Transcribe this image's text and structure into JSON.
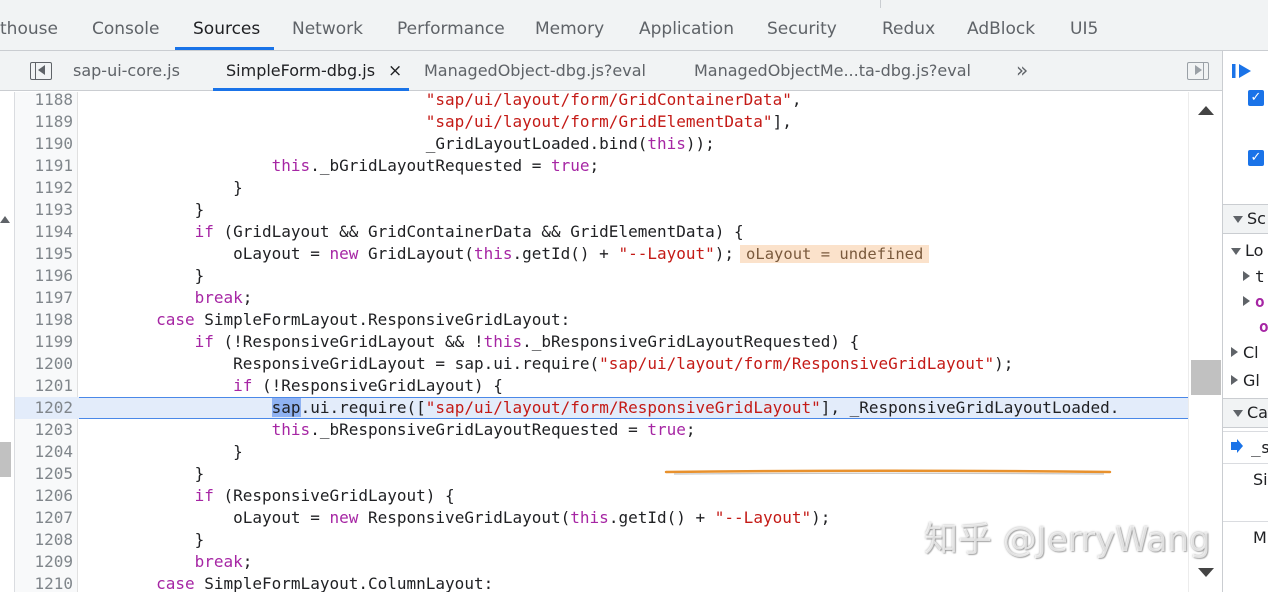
{
  "panel_tabs": [
    "thouse",
    "Console",
    "Sources",
    "Network",
    "Performance",
    "Memory",
    "Application",
    "Security",
    "Redux",
    "AdBlock",
    "UI5"
  ],
  "active_panel_tab": "Sources",
  "file_tabs": [
    "sap-ui-core.js",
    "SimpleForm-dbg.js",
    "ManagedObject-dbg.js?eval",
    "ManagedObjectMe...ta-dbg.js?eval"
  ],
  "active_file_tab": "SimpleForm-dbg.js",
  "file_tab_close": "×",
  "file_tabs_more": "»",
  "code": [
    {
      "ln": "1188",
      "indent": 36,
      "parts": [
        [
          "str",
          "\"sap/ui/layout/form/GridContainerData\""
        ],
        [
          "p",
          ","
        ]
      ]
    },
    {
      "ln": "1189",
      "indent": 36,
      "parts": [
        [
          "str",
          "\"sap/ui/layout/form/GridElementData\""
        ],
        [
          "p",
          "],"
        ]
      ]
    },
    {
      "ln": "1190",
      "indent": 36,
      "parts": [
        [
          "p",
          "_GridLayoutLoaded.bind("
        ],
        [
          "kw",
          "this"
        ],
        [
          "p",
          "));"
        ]
      ]
    },
    {
      "ln": "1191",
      "indent": 20,
      "parts": [
        [
          "kw",
          "this"
        ],
        [
          "p",
          "._bGridLayoutRequested = "
        ],
        [
          "kw",
          "true"
        ],
        [
          "p",
          ";"
        ]
      ]
    },
    {
      "ln": "1192",
      "indent": 16,
      "parts": [
        [
          "p",
          "}"
        ]
      ]
    },
    {
      "ln": "1193",
      "indent": 12,
      "parts": [
        [
          "p",
          "}"
        ]
      ]
    },
    {
      "ln": "1194",
      "indent": 12,
      "parts": [
        [
          "kw",
          "if"
        ],
        [
          "p",
          " (GridLayout && GridContainerData && GridElementData) {"
        ]
      ]
    },
    {
      "ln": "1195",
      "indent": 16,
      "parts": [
        [
          "p",
          "oLayout = "
        ],
        [
          "kw",
          "new"
        ],
        [
          "p",
          " GridLayout("
        ],
        [
          "kw",
          "this"
        ],
        [
          "p",
          ".getId() + "
        ],
        [
          "str",
          "\"--Layout\""
        ],
        [
          "p",
          ");"
        ]
      ],
      "inline_value": "oLayout = undefined"
    },
    {
      "ln": "1196",
      "indent": 12,
      "parts": [
        [
          "p",
          "}"
        ]
      ]
    },
    {
      "ln": "1197",
      "indent": 12,
      "parts": [
        [
          "kw",
          "break"
        ],
        [
          "p",
          ";"
        ]
      ]
    },
    {
      "ln": "1198",
      "indent": 8,
      "parts": [
        [
          "kw",
          "case"
        ],
        [
          "p",
          " SimpleFormLayout.ResponsiveGridLayout:"
        ]
      ]
    },
    {
      "ln": "1199",
      "indent": 12,
      "parts": [
        [
          "kw",
          "if"
        ],
        [
          "p",
          " (!ResponsiveGridLayout && !"
        ],
        [
          "kw",
          "this"
        ],
        [
          "p",
          "._bResponsiveGridLayoutRequested) {"
        ]
      ]
    },
    {
      "ln": "1200",
      "indent": 16,
      "parts": [
        [
          "p",
          "ResponsiveGridLayout = sap.ui.require("
        ],
        [
          "str",
          "\"sap/ui/layout/form/ResponsiveGridLayout\""
        ],
        [
          "p",
          ");"
        ]
      ]
    },
    {
      "ln": "1201",
      "indent": 16,
      "parts": [
        [
          "kw",
          "if"
        ],
        [
          "p",
          " (!ResponsiveGridLayout) {"
        ]
      ]
    },
    {
      "ln": "1202",
      "indent": 20,
      "exec": true,
      "parts": [
        [
          "exec",
          "sap"
        ],
        [
          "p",
          ".ui.require(["
        ],
        [
          "str",
          "\"sap/ui/layout/form/ResponsiveGridLayout\""
        ],
        [
          "p",
          "], _ResponsiveGridLayoutLoaded."
        ]
      ]
    },
    {
      "ln": "1203",
      "indent": 20,
      "parts": [
        [
          "kw",
          "this"
        ],
        [
          "p",
          "._bResponsiveGridLayoutRequested = "
        ],
        [
          "kw",
          "true"
        ],
        [
          "p",
          ";"
        ]
      ]
    },
    {
      "ln": "1204",
      "indent": 16,
      "parts": [
        [
          "p",
          "}"
        ]
      ]
    },
    {
      "ln": "1205",
      "indent": 12,
      "parts": [
        [
          "p",
          "}"
        ]
      ]
    },
    {
      "ln": "1206",
      "indent": 12,
      "parts": [
        [
          "kw",
          "if"
        ],
        [
          "p",
          " (ResponsiveGridLayout) {"
        ]
      ]
    },
    {
      "ln": "1207",
      "indent": 16,
      "parts": [
        [
          "p",
          "oLayout = "
        ],
        [
          "kw",
          "new"
        ],
        [
          "p",
          " ResponsiveGridLayout("
        ],
        [
          "kw",
          "this"
        ],
        [
          "p",
          ".getId() + "
        ],
        [
          "str",
          "\"--Layout\""
        ],
        [
          "p",
          ");"
        ]
      ]
    },
    {
      "ln": "1208",
      "indent": 12,
      "parts": [
        [
          "p",
          "}"
        ]
      ]
    },
    {
      "ln": "1209",
      "indent": 12,
      "parts": [
        [
          "kw",
          "break"
        ],
        [
          "p",
          ";"
        ]
      ]
    },
    {
      "ln": "1210",
      "indent": 8,
      "parts": [
        [
          "kw",
          "case"
        ],
        [
          "p",
          " SimpleFormLayout.ColumnLayout:"
        ]
      ]
    }
  ],
  "sidebar": {
    "scope_header": "Sc",
    "local_label": "Lo",
    "scope_items": [
      "t",
      "o",
      "o"
    ],
    "closure_label": "Cl",
    "global_label": "Gl",
    "callstack_header": "Ca",
    "callframes": [
      "_s",
      "Si",
      "M"
    ],
    "checkbox_mark": "✓"
  },
  "watermark": "知乎 @JerryWang",
  "colors": {
    "accent": "#1a73e8",
    "keyword": "#a626a4",
    "string": "#c41a16",
    "exec_line": "#e3ecfa",
    "inline_value_bg": "#fbe2cb",
    "annotation": "#e8912d"
  }
}
